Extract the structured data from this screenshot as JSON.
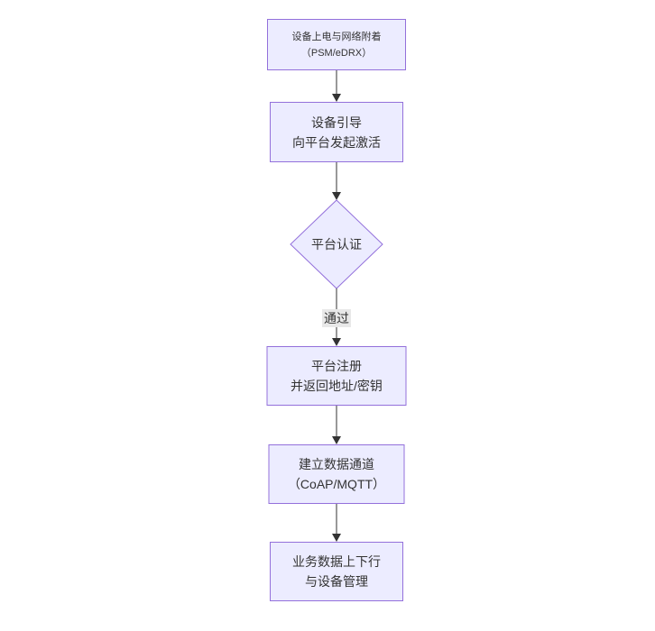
{
  "diagram": {
    "type": "flowchart",
    "direction": "top-down",
    "colors": {
      "node_fill": "#ECECFF",
      "node_border": "#9370DB",
      "arrow": "#333333",
      "text": "#333333",
      "edge_label_bg": "#e8e8e8",
      "background": "#ffffff"
    },
    "nodes": [
      {
        "id": "attach",
        "shape": "rect",
        "lines": [
          "设备上电与网络附着",
          "（PSM/eDRX）"
        ]
      },
      {
        "id": "bootstrap",
        "shape": "rect",
        "lines": [
          "设备引导",
          "向平台发起激活"
        ]
      },
      {
        "id": "auth",
        "shape": "diamond",
        "lines": [
          "平台认证"
        ]
      },
      {
        "id": "register",
        "shape": "rect",
        "lines": [
          "平台注册",
          "并返回地址/密钥"
        ]
      },
      {
        "id": "channel",
        "shape": "rect",
        "lines": [
          "建立数据通道",
          "（CoAP/MQTT）"
        ]
      },
      {
        "id": "business",
        "shape": "rect",
        "lines": [
          "业务数据上下行",
          "与设备管理"
        ]
      }
    ],
    "edges": [
      {
        "from": "attach",
        "to": "bootstrap",
        "label": ""
      },
      {
        "from": "bootstrap",
        "to": "auth",
        "label": ""
      },
      {
        "from": "auth",
        "to": "register",
        "label": "通过"
      },
      {
        "from": "register",
        "to": "channel",
        "label": ""
      },
      {
        "from": "channel",
        "to": "business",
        "label": ""
      }
    ]
  }
}
